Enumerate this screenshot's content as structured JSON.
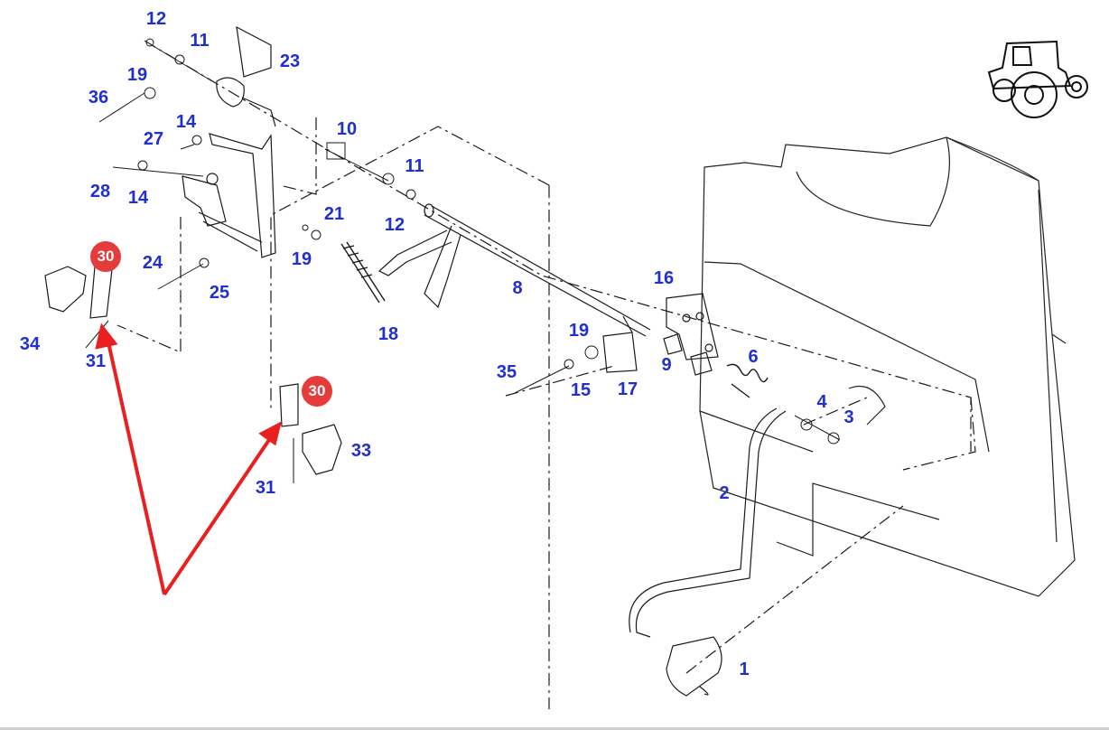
{
  "colors": {
    "callout": "#1f2fd0",
    "hotspot": "#e53b3b",
    "arrow": "#ea2020",
    "line": "#1a1a1a"
  },
  "hotspots": [
    {
      "label": "30"
    },
    {
      "label": "30"
    }
  ],
  "callouts": [
    "12",
    "11",
    "23",
    "19",
    "36",
    "14",
    "27",
    "10",
    "11",
    "28",
    "14",
    "21",
    "12",
    "24",
    "25",
    "19",
    "8",
    "16",
    "18",
    "34",
    "31",
    "19",
    "35",
    "15",
    "17",
    "9",
    "6",
    "4",
    "3",
    "2",
    "33",
    "31",
    "1"
  ],
  "icons": {
    "tractor": "tractor-icon"
  }
}
